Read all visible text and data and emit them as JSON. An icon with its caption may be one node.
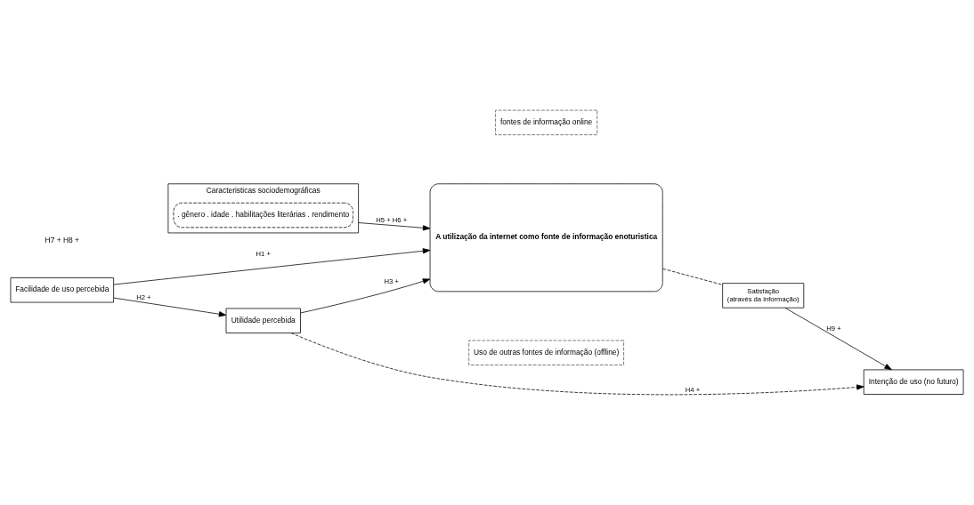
{
  "diagram": {
    "nodes": [
      {
        "text": [
          "Caracteristicas sociodemográficas"
        ]
      },
      {
        "text": [
          ". gênero . idade . habilitações literárias . rendimento"
        ],
        "in": 0
      },
      {
        "text": [
          "fontes de informação online"
        ]
      },
      {
        "text": [
          "A utilização da internet como fonte de informação enoturistica"
        ]
      },
      {
        "text": [
          "Uso de outras fontes de informação (offline)"
        ]
      },
      {
        "text": [
          "Facilidade de uso percebida"
        ]
      },
      {
        "text": [
          "Utilidade percebida"
        ]
      },
      {
        "text": [
          "Satisfação",
          "(através da informação)"
        ]
      },
      {
        "text": [
          "Intenção de uso (no futuro)"
        ]
      }
    ],
    "edges": [
      {
        "from": 0,
        "to": 3,
        "arrow": "to",
        "label": "H5 + H6 +"
      },
      {
        "from": 5,
        "to": 3,
        "arrow": "to",
        "label": "H1 +"
      },
      {
        "from": 5,
        "to": 6,
        "arrow": "to",
        "label": "H2 +"
      },
      {
        "from": 6,
        "to": 3,
        "arrow": "to",
        "label": "H3 +"
      },
      {
        "from": 3,
        "to": 7,
        "arrow": "none",
        "style": "dashed"
      },
      {
        "from": 7,
        "to": 8,
        "arrow": "to",
        "label": "H9 +"
      },
      {
        "from": 6,
        "to": 8,
        "arrow": "to",
        "style": "dashed",
        "label": "H4 +"
      }
    ],
    "labels": [
      "H7 + H8 +"
    ]
  }
}
